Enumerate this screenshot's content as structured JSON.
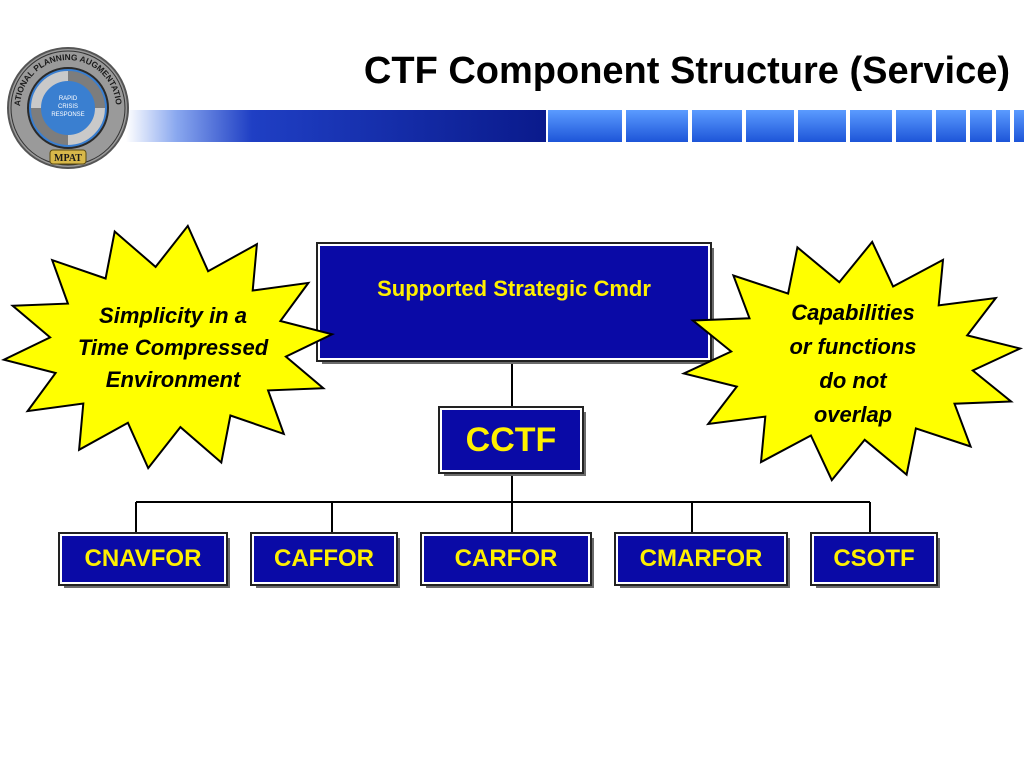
{
  "title": "CTF Component Structure (Service)",
  "logo": {
    "ring_text": "MULTINATIONAL PLANNING AUGMENTATION TEAM",
    "center_lines": [
      "RAPID",
      "CRISIS",
      "RESPONSE"
    ],
    "badge": "MPAT"
  },
  "diagram": {
    "top": "Supported Strategic Cmdr",
    "middle": "CCTF",
    "components": [
      "CNAVFOR",
      "CAFFOR",
      "CARFOR",
      "CMARFOR",
      "CSOTF"
    ]
  },
  "callouts": {
    "left": [
      "Simplicity in a",
      "Time Compressed",
      "Environment"
    ],
    "right": [
      "Capabilities",
      "or functions",
      "do not",
      "overlap"
    ]
  },
  "colors": {
    "box_fill": "#0a0aa6",
    "box_text": "#fff000",
    "burst_fill": "#ffff00",
    "bar_dark": "#0a1a8c",
    "bar_light": "#3a7cff"
  }
}
